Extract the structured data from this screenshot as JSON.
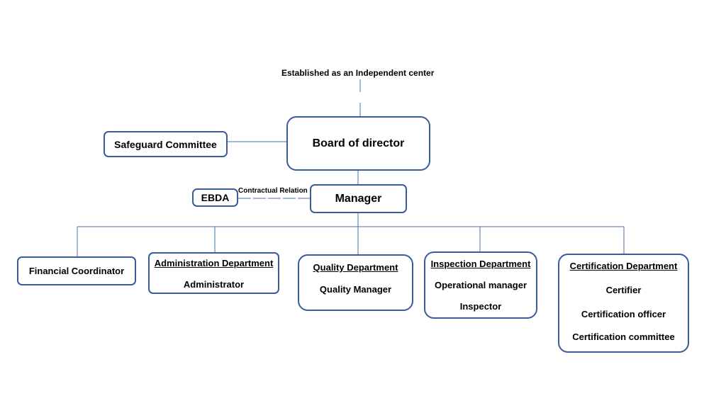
{
  "diagram": {
    "top_note": "Established as  an Independent center",
    "board": "Board of director",
    "safeguard": "Safeguard  Committee",
    "ebda": "EBDA",
    "relation": "Contractual Relation",
    "manager": "Manager",
    "departments": {
      "financial": {
        "label": "Financial Coordinator"
      },
      "administration": {
        "head": "Administration Department",
        "roles": [
          "Administrator"
        ]
      },
      "quality": {
        "head": "Quality Department",
        "roles": [
          "Quality Manager"
        ]
      },
      "inspection": {
        "head": "Inspection Department",
        "roles": [
          "Operational  manager",
          "Inspector"
        ]
      },
      "certification": {
        "head": "Certification Department",
        "roles": [
          "Certifier",
          "Certification officer",
          "Certification committee"
        ]
      }
    }
  },
  "colors": {
    "box_border": "#3a5c9a",
    "line": "#4a6fa8"
  }
}
